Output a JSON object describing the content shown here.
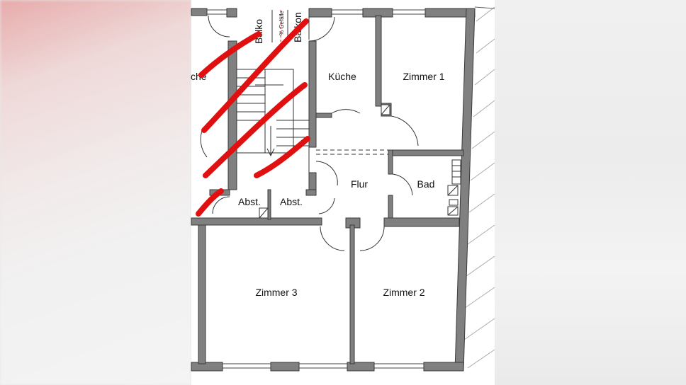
{
  "rooms": {
    "kueche": "Küche",
    "zimmer1": "Zimmer 1",
    "flur": "Flur",
    "bad": "Bad",
    "abst1": "Abst.",
    "abst2": "Abst.",
    "zimmer3": "Zimmer 3",
    "zimmer2": "Zimmer 2",
    "partial_left": "che",
    "balkon_left": "Balko",
    "balkon_right": "Balkon",
    "gefaelle": "% Gefälle"
  },
  "colors": {
    "wall": "#808080",
    "wall_outline": "#3a3a3a",
    "strike": "#e01010"
  }
}
